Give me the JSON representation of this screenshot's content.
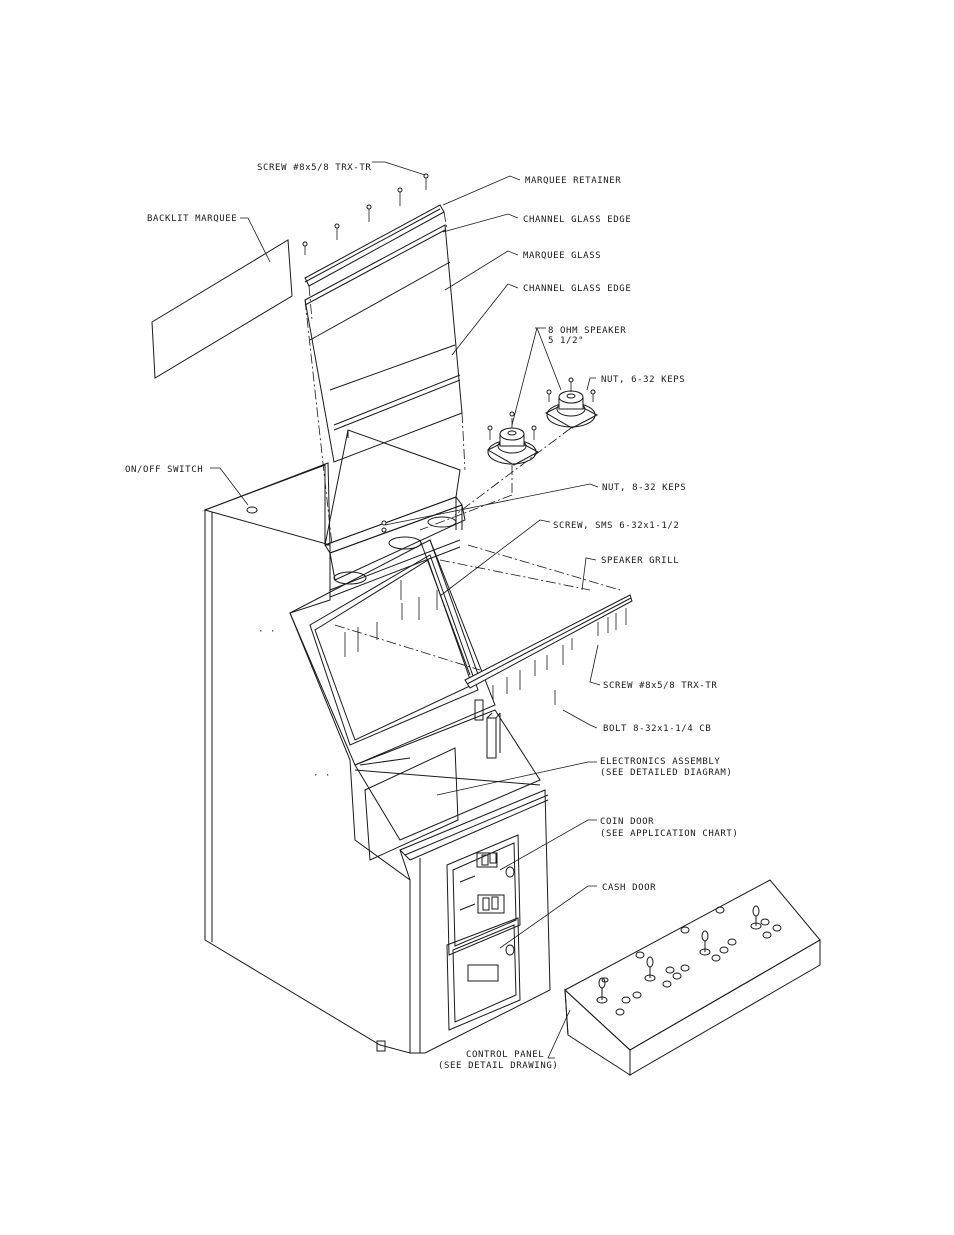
{
  "labels": {
    "screw_top": "SCREW #8x5/8 TRX-TR",
    "marquee_retainer": "MARQUEE RETAINER",
    "channel_glass_edge_1": "CHANNEL GLASS EDGE",
    "backlit_marquee": "BACKLIT MARQUEE",
    "marquee_glass": "MARQUEE GLASS",
    "channel_glass_edge_2": "CHANNEL GLASS EDGE",
    "speaker_1": "8 OHM SPEAKER",
    "speaker_2": "5 1/2\"",
    "nut_632": "NUT, 6-32 KEPS",
    "on_off_switch": "ON/OFF SWITCH",
    "nut_832": "NUT, 8-32 KEPS",
    "screw_sms": "SCREW, SMS 6-32x1-1/2",
    "speaker_grill": "SPEAKER GRILL",
    "screw_bottom": "SCREW #8x5/8 TRX-TR",
    "bolt": "BOLT 8-32x1-1/4 CB",
    "electronics_1": "ELECTRONICS ASSEMBLY",
    "electronics_2": "(SEE DETAILED DIAGRAM)",
    "coin_door_1": "COIN DOOR",
    "coin_door_2": "(SEE APPLICATION CHART)",
    "cash_door": "CASH DOOR",
    "control_panel_1": "CONTROL PANEL",
    "control_panel_2": "(SEE DETAIL DRAWING)"
  }
}
